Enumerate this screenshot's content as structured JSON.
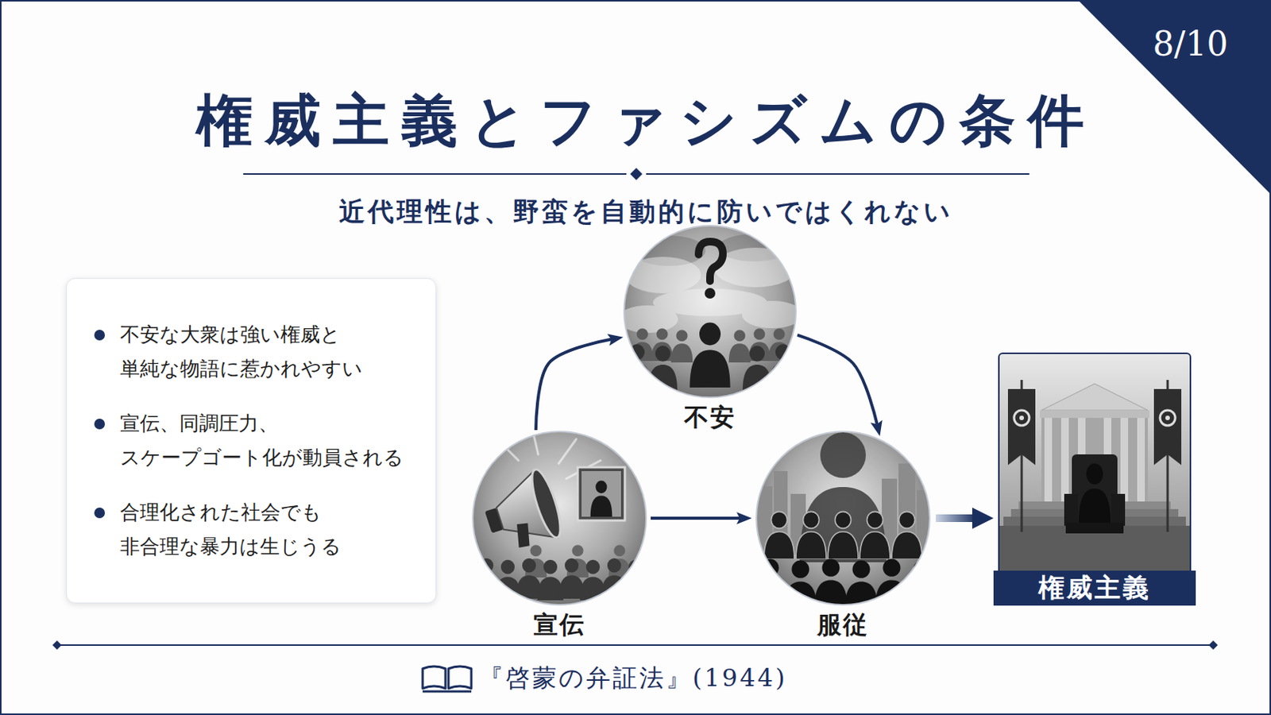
{
  "diagram": {
    "title": "権威主義とファシズムの条件",
    "caption": "『啓蒙の弁証法』(1944)",
    "nodes": [
      {
        "text": [
          "不安な大衆は強い権威と 単純な物語に惹かれやすい",
          "宣伝、同調圧力、 スケープゴート化が動員される",
          "合理化された社会でも 非合理な暴力は生じうる"
        ]
      },
      {
        "text": [
          "不安"
        ]
      },
      {
        "text": [
          "宣伝"
        ]
      },
      {
        "text": [
          "服従"
        ]
      },
      {
        "text": [
          "権威主義"
        ]
      }
    ],
    "edges": [
      {
        "from": 2,
        "to": 1,
        "arrow": "to"
      },
      {
        "from": 1,
        "to": 3,
        "arrow": "to"
      },
      {
        "from": 2,
        "to": 3,
        "arrow": "to"
      },
      {
        "from": 3,
        "to": 4,
        "arrow": "to"
      }
    ],
    "labels": [
      "8/10",
      "近代理性は、野蛮を自動的に防いではくれない"
    ]
  }
}
